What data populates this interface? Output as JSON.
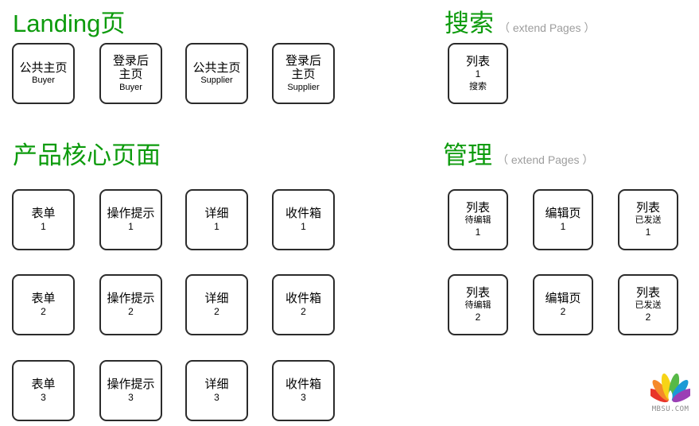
{
  "page": {
    "background": "#ffffff",
    "heading_color": "#0d9b0d",
    "subtitle_color": "#9d9d9d",
    "box_border_color": "#2b2b2b"
  },
  "sections": [
    {
      "id": "landing",
      "title": "Landing页",
      "subtitle": "",
      "boxes": [
        {
          "line1": "公共主页",
          "line2": "",
          "small": "Buyer",
          "num": ""
        },
        {
          "line1": "登录后",
          "line2": "主页",
          "small": "Buyer",
          "num": ""
        },
        {
          "line1": "公共主页",
          "line2": "",
          "small": "Supplier",
          "num": ""
        },
        {
          "line1": "登录后",
          "line2": "主页",
          "small": "Supplier",
          "num": ""
        }
      ]
    },
    {
      "id": "search",
      "title": "搜索",
      "subtitle": "（ extend Pages ）",
      "boxes": [
        {
          "line1": "列表",
          "line2": "",
          "small": "搜索",
          "num": "1"
        }
      ]
    },
    {
      "id": "core",
      "title": "产品核心页面",
      "subtitle": "",
      "boxes": [
        {
          "line1": "表单",
          "line2": "",
          "small": "",
          "num": "1"
        },
        {
          "line1": "操作提示",
          "line2": "",
          "small": "",
          "num": "1"
        },
        {
          "line1": "详细",
          "line2": "",
          "small": "",
          "num": "1"
        },
        {
          "line1": "收件箱",
          "line2": "",
          "small": "",
          "num": "1"
        },
        {
          "line1": "表单",
          "line2": "",
          "small": "",
          "num": "2"
        },
        {
          "line1": "操作提示",
          "line2": "",
          "small": "",
          "num": "2"
        },
        {
          "line1": "详细",
          "line2": "",
          "small": "",
          "num": "2"
        },
        {
          "line1": "收件箱",
          "line2": "",
          "small": "",
          "num": "2"
        },
        {
          "line1": "表单",
          "line2": "",
          "small": "",
          "num": "3"
        },
        {
          "line1": "操作提示",
          "line2": "",
          "small": "",
          "num": "3"
        },
        {
          "line1": "详细",
          "line2": "",
          "small": "",
          "num": "3"
        },
        {
          "line1": "收件箱",
          "line2": "",
          "small": "",
          "num": "3"
        }
      ]
    },
    {
      "id": "manage",
      "title": "管理",
      "subtitle": "（ extend Pages ）",
      "boxes": [
        {
          "line1": "列表",
          "line2": "",
          "small": "待编辑",
          "num": "1"
        },
        {
          "line1": "编辑页",
          "line2": "",
          "small": "",
          "num": "1"
        },
        {
          "line1": "列表",
          "line2": "",
          "small": "已发送",
          "num": "1"
        },
        {
          "line1": "列表",
          "line2": "",
          "small": "待编辑",
          "num": "2"
        },
        {
          "line1": "编辑页",
          "line2": "",
          "small": "",
          "num": "2"
        },
        {
          "line1": "列表",
          "line2": "",
          "small": "已发送",
          "num": "2"
        }
      ]
    }
  ],
  "watermark": {
    "text": "MBSU.COM",
    "icon": "peacock-logo",
    "feather_colors": [
      "#e8352a",
      "#f5892a",
      "#f7d417",
      "#57b947",
      "#1b9ad6",
      "#9b3fb5"
    ]
  }
}
